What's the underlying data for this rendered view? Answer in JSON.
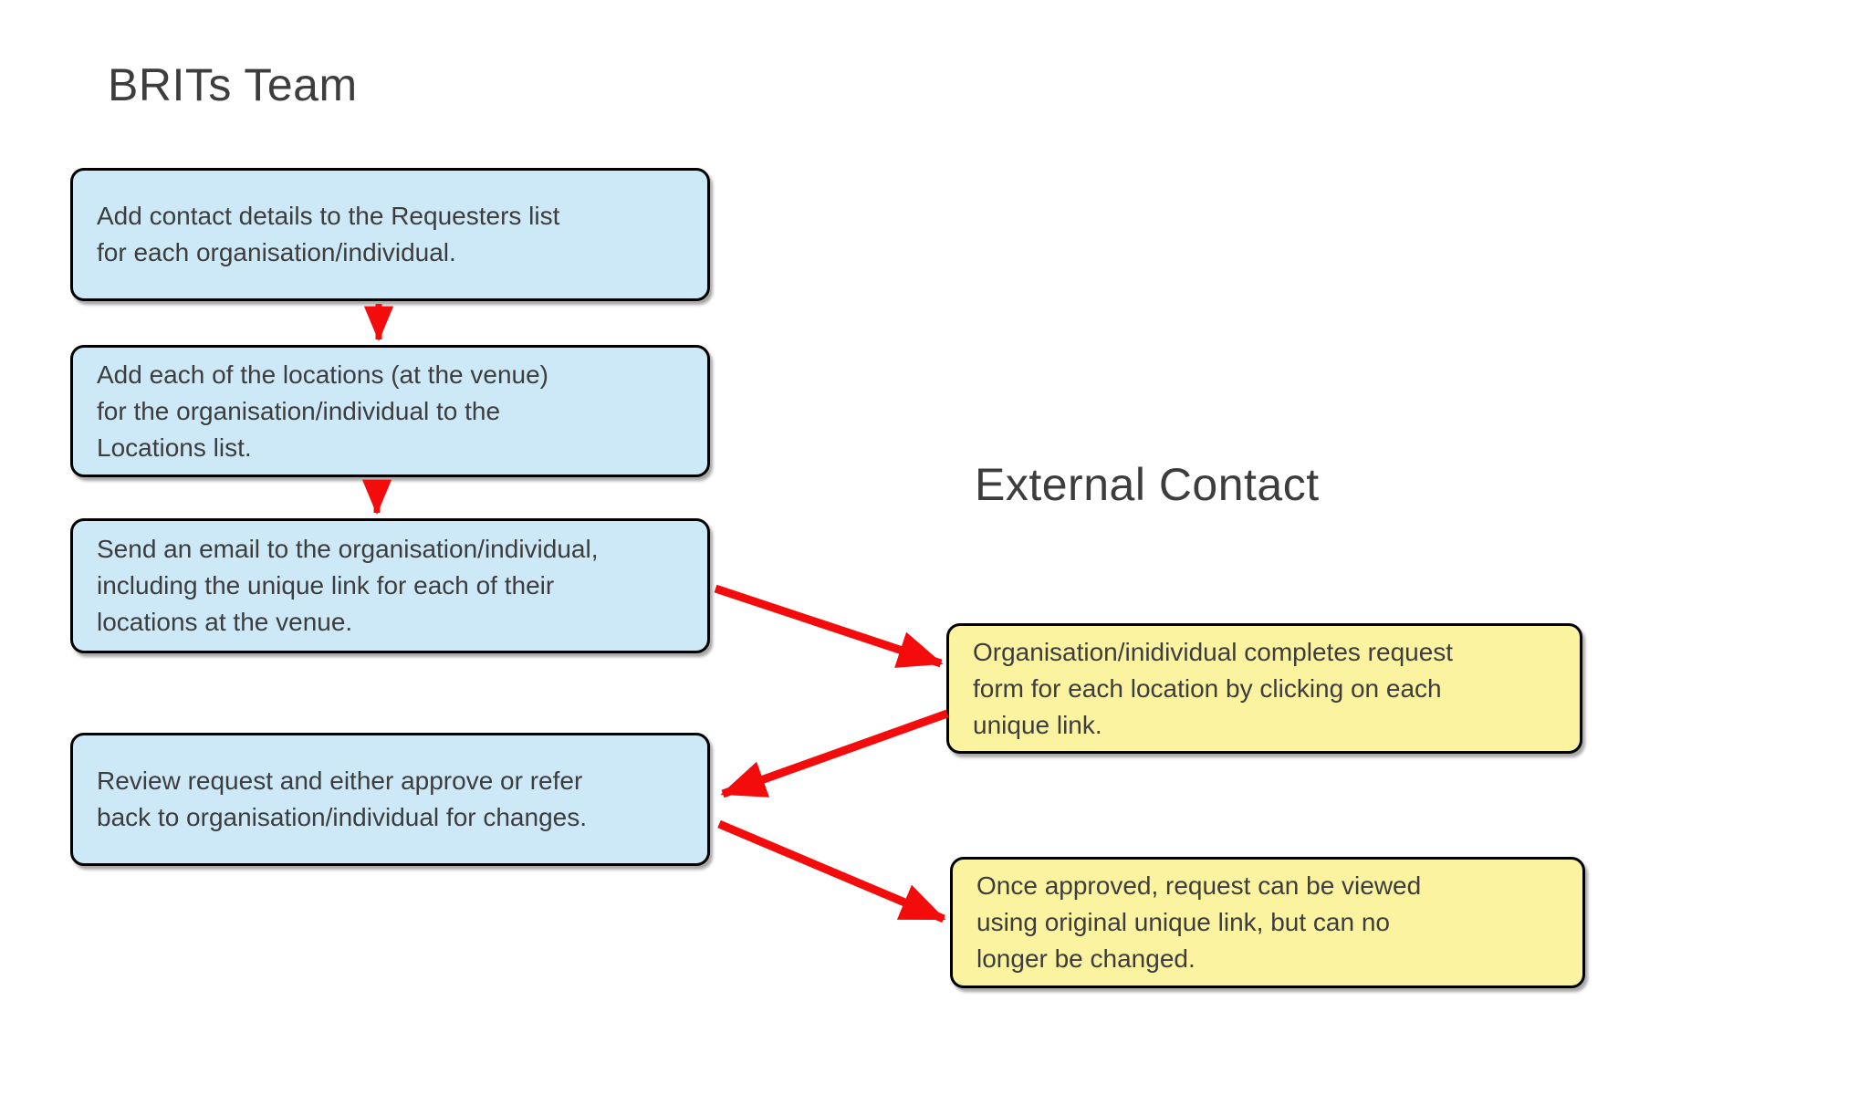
{
  "diagram": {
    "lanes": {
      "left_heading": "BRITs Team",
      "right_heading": "External Contact"
    },
    "brits_steps": [
      {
        "text": "Add contact details to the Requesters list\nfor each organisation/individual."
      },
      {
        "text": "Add each of the locations (at the venue)\nfor the organisation/individual to the\nLocations list."
      },
      {
        "text": "Send an email to the organisation/individual,\nincluding the unique link for each of their\nlocations at the venue."
      },
      {
        "text": "Review request and either approve or refer\nback to organisation/individual for changes."
      }
    ],
    "external_steps": [
      {
        "text": "Organisation/inidividual completes request\nform for each location by clicking on each\nunique link."
      },
      {
        "text": "Once approved, request can be viewed\nusing original unique link, but can no\nlonger be changed."
      }
    ],
    "colors": {
      "brits_box_fill": "#CDE9F8",
      "external_box_fill": "#FBF3A0",
      "box_border": "#000000",
      "arrow": "#F40B0B",
      "text": "#3D3D3D",
      "background": "#FFFFFF"
    }
  }
}
